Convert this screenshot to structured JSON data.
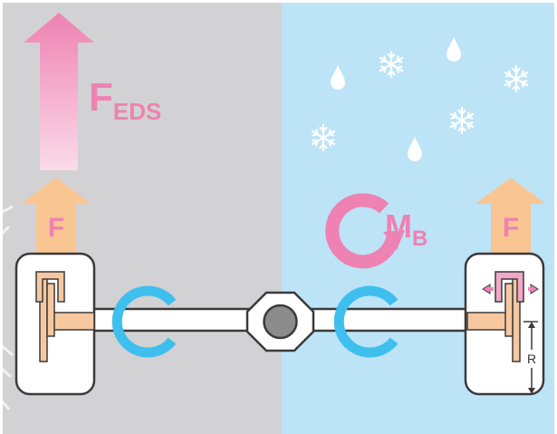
{
  "labels": {
    "force_eds": "F",
    "force_eds_sub": "EDS",
    "force_left": "F",
    "force_right": "F",
    "moment": "M",
    "moment_sub": "B",
    "radius": "R"
  },
  "colors": {
    "dry_road": "#d2d2d4",
    "icy_road": "#bde3f7",
    "force_arrow": "#f9c592",
    "eds_arrow": "#ee82b2",
    "eds_text": "#ee82b2",
    "moment": "#ee82b2",
    "rotation": "#3ebfee",
    "axle_fill": "#ffffff",
    "axle_outline": "#3a3a3a",
    "shaft": "#f7c8a0",
    "wheel_fill": "#ffffff",
    "brake_caliper": "#f0a8c8",
    "hub_center": "#8c8c8c"
  },
  "icons": [
    "snowflake-icon",
    "water-drop-icon",
    "rotation-arrow-icon",
    "moment-arrow-icon",
    "brake-caliper-icon"
  ]
}
